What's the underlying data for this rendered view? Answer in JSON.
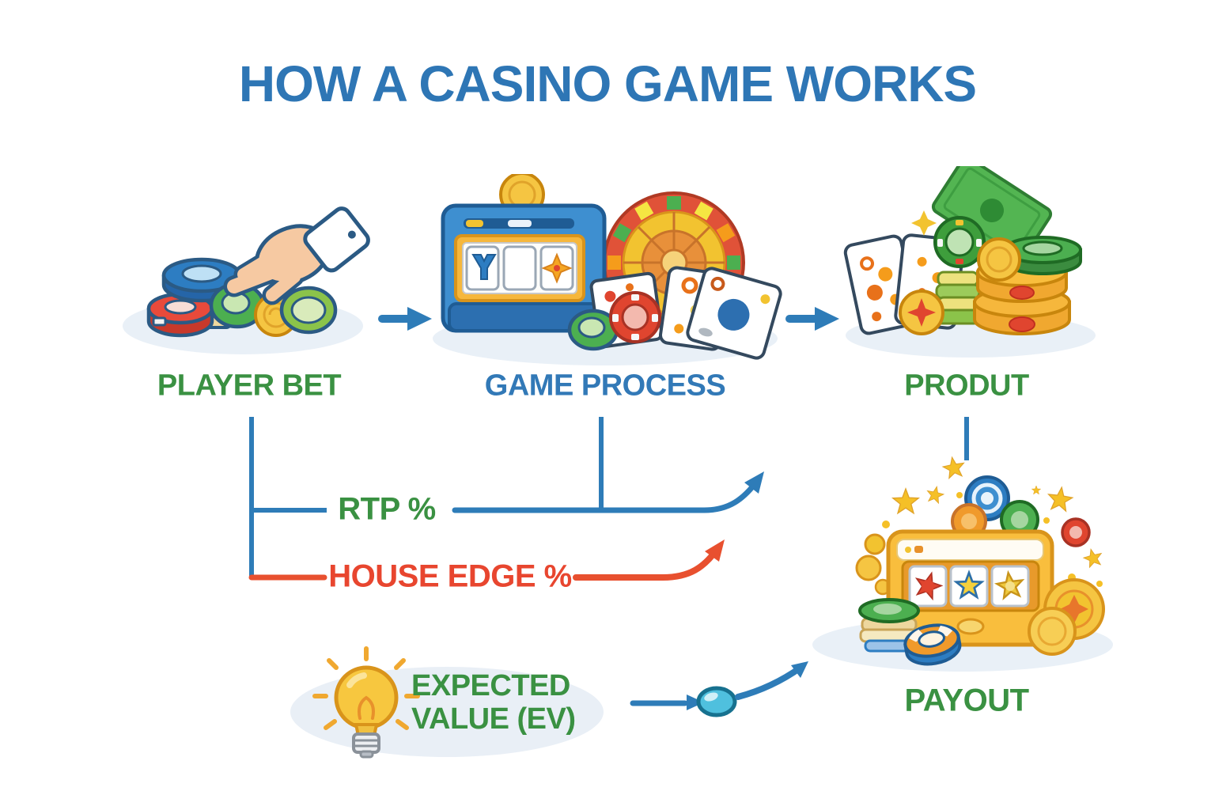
{
  "title": "HOW A CASINO GAME WORKS",
  "stages": [
    {
      "id": "player-bet",
      "label": "PLAYER BET",
      "color": "green"
    },
    {
      "id": "game-process",
      "label": "GAME PROCESS",
      "color": "blue"
    },
    {
      "id": "product",
      "label": "PRODUT",
      "color": "green"
    }
  ],
  "metrics": {
    "rtp_label": "RTP %",
    "house_edge_label": "HOUSE EDGE %"
  },
  "expected_value": {
    "line1": "EXPECTED",
    "line2": "VALUE (EV)"
  },
  "payout": {
    "label": "PAYOUT"
  },
  "icons": {
    "player_bet": "hand-placing-chips-icon",
    "game_process": "slot-machine-roulette-cards-icon",
    "product": "money-coins-chips-icon",
    "payout": "payout-slot-machine-icon",
    "expected_value": "lightbulb-icon",
    "flow": "right-arrow-icon",
    "ev_bullet": "gem-bullet-icon"
  },
  "colors": {
    "title_blue": "#2E76B5",
    "label_blue": "#3279B7",
    "label_green": "#3A9142",
    "label_red": "#E8462F",
    "arrow_blue": "#2E7CB8",
    "arrow_red": "#E8502F",
    "shadow_tint": "#E9F0F7"
  }
}
